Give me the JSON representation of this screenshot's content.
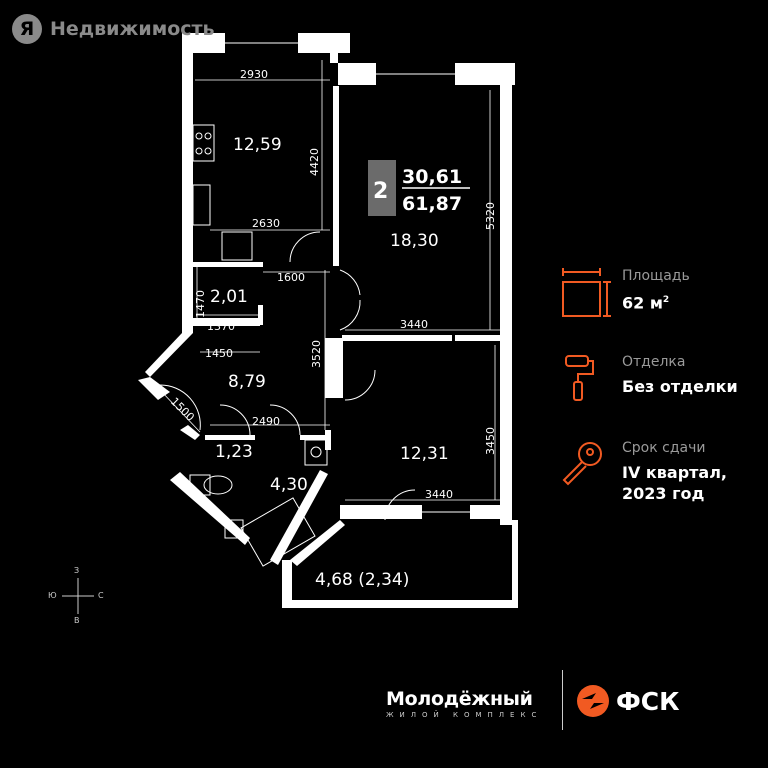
{
  "watermark": {
    "logo_letter": "Я",
    "text": "Недвижимость"
  },
  "apartment": {
    "rooms": "2",
    "living_area": "30,61",
    "total_area": "61,87"
  },
  "rooms": {
    "kitchen": "12,59",
    "living_big": "18,30",
    "hall_small": "2,01",
    "corridor": "8,79",
    "wc": "1,23",
    "bath": "4,30",
    "bedroom": "12,31",
    "balcony": "4,68 (2,34)"
  },
  "dimensions": {
    "d2930": "2930",
    "d4420": "4420",
    "d2630": "2630",
    "d1600": "1600",
    "d1470": "1470",
    "d1370": "1370",
    "d1450": "1450",
    "d1500": "1500",
    "d2490": "2490",
    "d3520": "3520",
    "d5320": "5320",
    "d3440a": "3440",
    "d3450": "3450",
    "d3440b": "3440"
  },
  "compass": {
    "n": "З",
    "w": "Ю",
    "e": "С",
    "s": "В"
  },
  "info": [
    {
      "label": "Площадь",
      "value": "62 м",
      "sup": "2",
      "icon": "area-icon"
    },
    {
      "label": "Отделка",
      "value": "Без отделки",
      "icon": "paint-roller-icon"
    },
    {
      "label": "Срок сдачи",
      "value": "IV квартал,",
      "value2": "2023 год",
      "icon": "key-icon"
    }
  ],
  "brand": {
    "name": "Молодёжный",
    "subtitle": "ЖИЛОЙ КОМПЛЕКС",
    "developer": "ФСК"
  },
  "colors": {
    "accent": "#f15a22",
    "wall": "#ffffff",
    "background": "#000000",
    "muted": "#9a9a9a"
  }
}
